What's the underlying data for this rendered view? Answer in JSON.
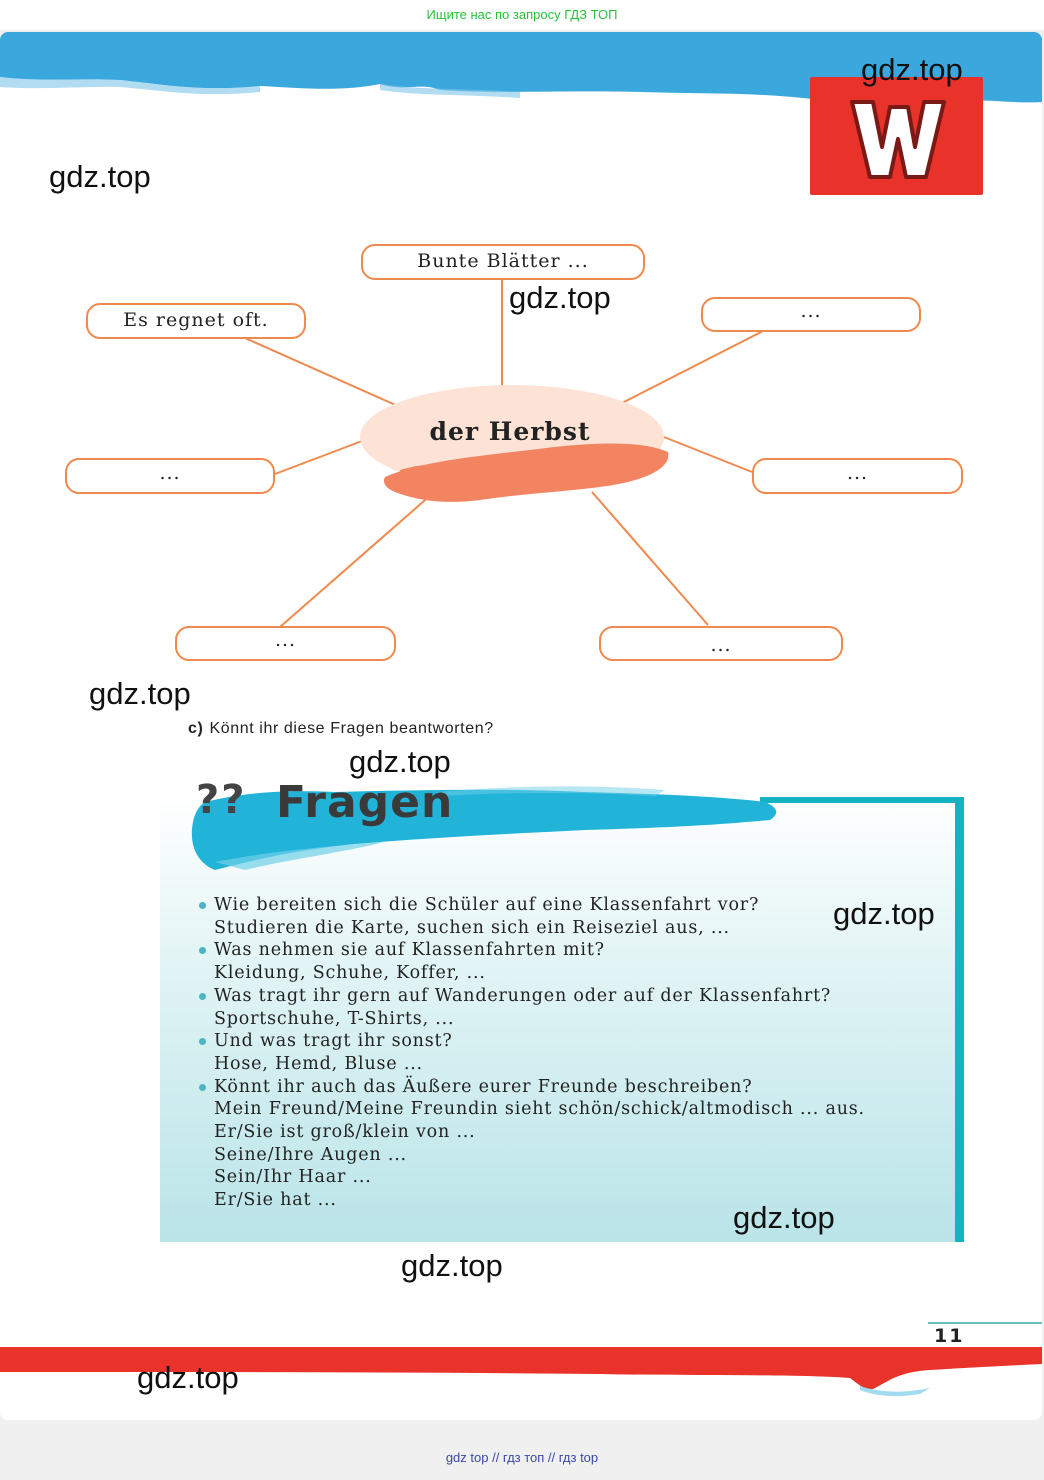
{
  "banner": "Ищите нас по запросу ГДЗ ТОП",
  "watermark": "gdz.top",
  "logo_letter": "W",
  "mindmap": {
    "center": "der Herbst",
    "boxes": [
      "Bunte Blätter ...",
      "Es regnet oft.",
      "...",
      "...",
      "...",
      "...",
      "..."
    ]
  },
  "instruction": {
    "letter": "c)",
    "text": "Könnt ihr diese Fragen beantworten?"
  },
  "fragen": {
    "icon": "??",
    "title": "Fragen",
    "lines": [
      {
        "text": "Wie bereiten sich die Schüler auf eine Klassenfahrt vor?",
        "bullet": true
      },
      {
        "text": "Studieren die Karte, suchen sich ein Reiseziel aus, ...",
        "bullet": false
      },
      {
        "text": "Was nehmen sie auf Klassenfahrten mit?",
        "bullet": true
      },
      {
        "text": "Kleidung, Schuhe, Koffer, ...",
        "bullet": false
      },
      {
        "text": "Was tragt ihr gern auf Wanderungen oder auf der Klassenfahrt?",
        "bullet": true
      },
      {
        "text": "Sportschuhe, T-Shirts, ...",
        "bullet": false
      },
      {
        "text": "Und was tragt ihr sonst?",
        "bullet": true
      },
      {
        "text": "Hose, Hemd, Bluse ...",
        "bullet": false
      },
      {
        "text": "Könnt ihr auch das Äußere eurer Freunde beschreiben?",
        "bullet": true
      },
      {
        "text": "Mein Freund/Meine Freundin sieht schön/schick/altmodisch ... aus.",
        "bullet": false
      },
      {
        "text": "Er/Sie ist groß/klein von ...",
        "bullet": false
      },
      {
        "text": "Seine/Ihre Augen ...",
        "bullet": false
      },
      {
        "text": "Sein/Ihr Haar ...",
        "bullet": false
      },
      {
        "text": "Er/Sie hat ...",
        "bullet": false
      }
    ]
  },
  "page_number": "11",
  "footer": "gdz top  //  гдз топ  //  гдз top",
  "colors": {
    "accent_red": "#e8322a",
    "accent_blue": "#2aa9dc",
    "accent_teal": "#13b3c2",
    "mindmap_orange": "#ef8a4f"
  }
}
